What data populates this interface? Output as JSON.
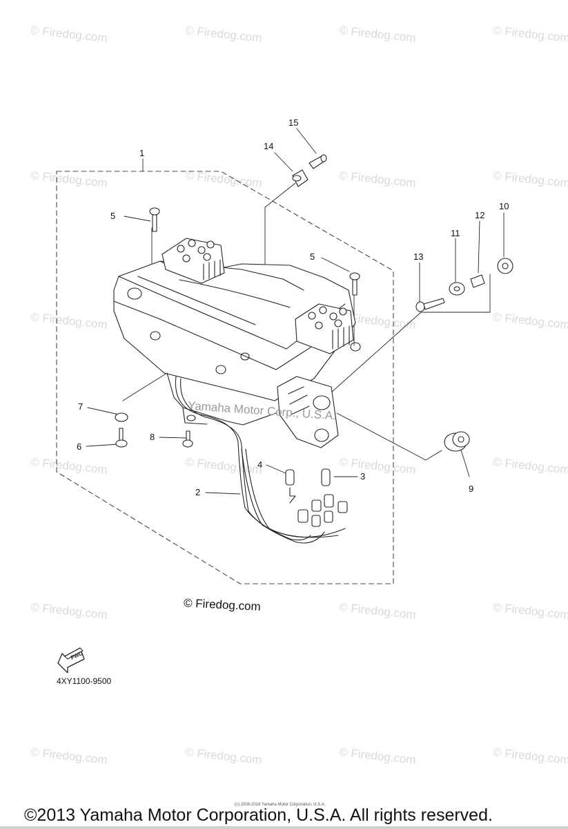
{
  "watermark": "© Firedog.com",
  "center_watermark": "© Firedog.com",
  "mid_watermark": "Yamaha Motor Corp., U.S.A.",
  "part_code": "4XY1100-9500",
  "fwd_label": "FWD",
  "tiny_copyright": "(c) 2008-2016 Yamaha Motor Corporation, U.S.A.",
  "footer": "©2013 Yamaha Motor Corporation, U.S.A. All rights reserved.",
  "callouts": {
    "c1": "1",
    "c2": "2",
    "c3": "3",
    "c4": "4",
    "c5a": "5",
    "c5b": "5",
    "c6": "6",
    "c7": "7",
    "c8": "8",
    "c9": "9",
    "c10": "10",
    "c11": "11",
    "c12": "12",
    "c13": "13",
    "c14": "14",
    "c15": "15"
  }
}
